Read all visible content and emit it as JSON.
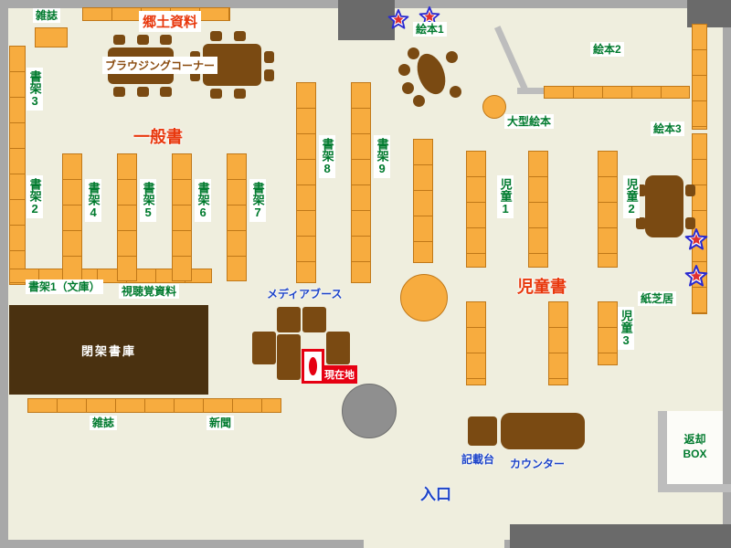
{
  "colors": {
    "floor": "#EFEEDE",
    "wall_gray": "#A8A8A8",
    "wall_dark_gray": "#6A6A6A",
    "shelf_orange": "#F7AC3F",
    "shelf_border": "#C07818",
    "table_brown": "#7A4A12",
    "closed_stacks_brown": "#4A3110",
    "label_green": "#007A2E",
    "label_red": "#E8380D",
    "label_blue": "#1C43C8",
    "label_brown": "#8A4B0F",
    "current_location_red": "#E60012",
    "star_outline_blue": "#2A2AD0",
    "star_center_red": "#E03030"
  },
  "labels": {
    "magazines_top": "雑誌",
    "local_materials": "郷土資料",
    "browsing_corner": "ブラウジングコーナー",
    "general_books": "一般書",
    "shelf1_bunko": "書架1（文庫）",
    "shelf2": "書架2",
    "shelf3": "書架3",
    "shelf4": "書架4",
    "shelf5": "書架5",
    "shelf6": "書架6",
    "shelf7": "書架7",
    "shelf8": "書架8",
    "shelf9": "書架9",
    "audiovisual": "視聴覚資料",
    "closed_stacks": "閉架書庫",
    "media_booth": "メディアブース",
    "current_location": "現在地",
    "magazines_bottom": "雑誌",
    "newspapers": "新聞",
    "picture_books_1": "絵本1",
    "picture_books_2": "絵本2",
    "picture_books_3": "絵本3",
    "large_picture_books": "大型絵本",
    "children_1": "児童1",
    "children_2": "児童2",
    "children_3": "児童3",
    "childrens_books": "児童書",
    "kamishibai": "紙芝居",
    "writing_desk": "記載台",
    "counter": "カウンター",
    "entrance": "入口",
    "return_box_l1": "返却",
    "return_box_l2": "BOX"
  }
}
